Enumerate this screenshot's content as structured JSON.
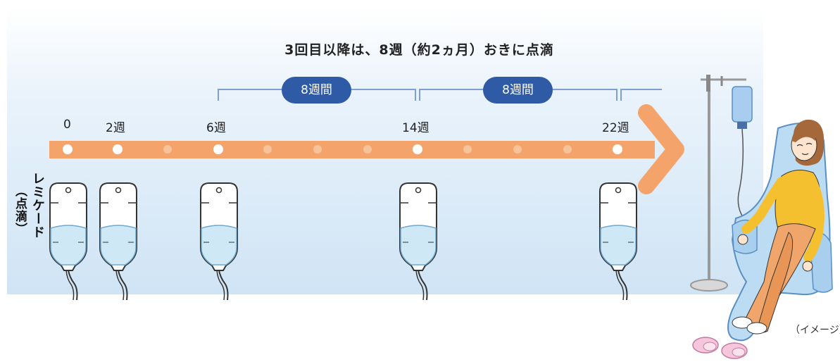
{
  "title": "3回目以降は、8週（約2ヵ月）おきに点滴",
  "interval_labels": [
    "8週間",
    "8週間"
  ],
  "week_labels": [
    "0",
    "2週",
    "6週",
    "14週",
    "22週"
  ],
  "side_label_main": "レミケード",
  "side_label_sub": "（点滴）",
  "caption": "（イメージ）",
  "colors": {
    "arrow": "#f4a46a",
    "pill": "#2f5aa6",
    "bracket": "#7f9ed3",
    "bag_liquid": "#cfe8f6"
  }
}
